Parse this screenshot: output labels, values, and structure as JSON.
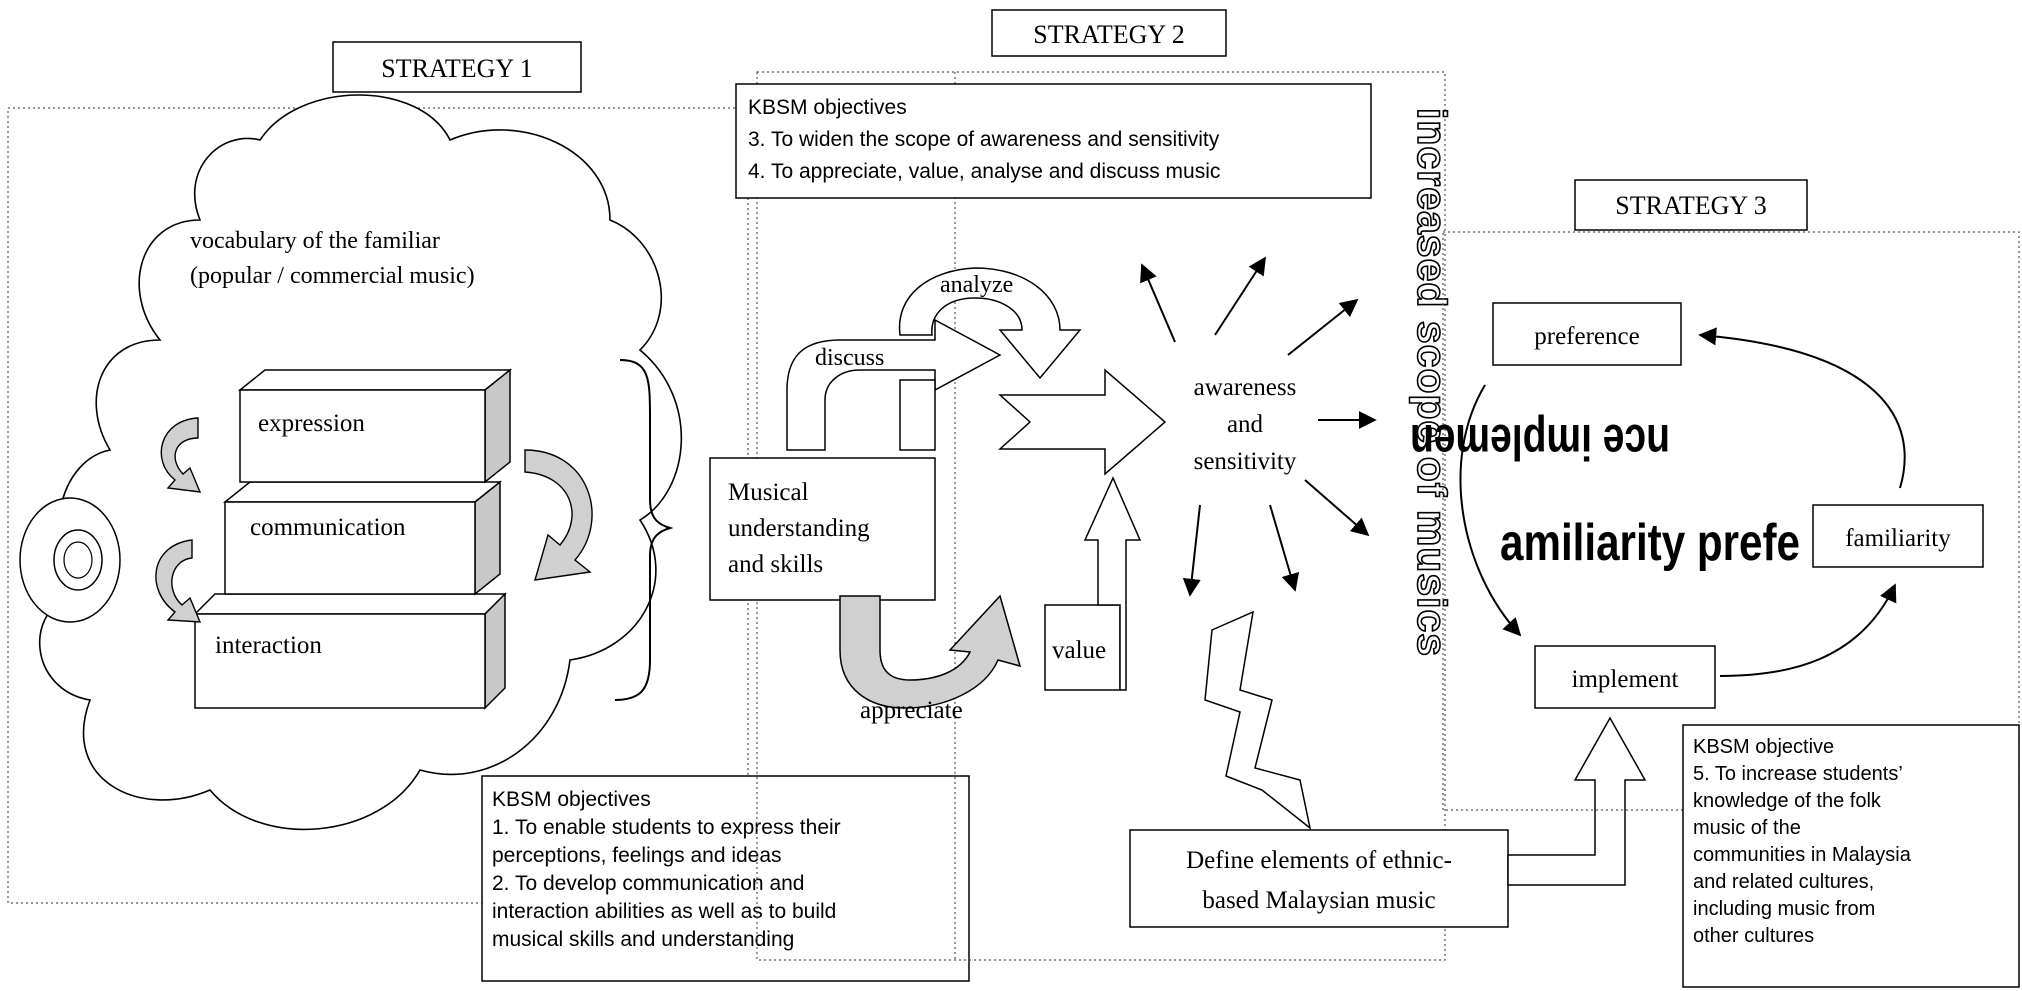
{
  "strategies": {
    "s1": "STRATEGY 1",
    "s2": "STRATEGY 2",
    "s3": "STRATEGY 3"
  },
  "strategy1": {
    "vocab_line1": "vocabulary of the familiar",
    "vocab_line2": "(popular / commercial music)",
    "blocks": [
      "expression",
      "communication",
      "interaction"
    ]
  },
  "kbsm_top": {
    "title": "KBSM objectives",
    "line1": "3. To widen the scope of awareness and sensitivity",
    "line2": "4. To appreciate, value, analyse and discuss music"
  },
  "kbsm_bottom": {
    "title": "KBSM objectives",
    "lines": [
      "1. To enable students to express their",
      "perceptions, feelings and ideas",
      "2. To develop communication and",
      "interaction abilities as well as to build",
      "musical skills and understanding"
    ]
  },
  "strategy2": {
    "musical_box": [
      "Musical",
      "understanding",
      "and skills"
    ],
    "analyze": "analyze",
    "discuss": "discuss",
    "appreciate": "appreciate",
    "value": "value",
    "awareness": [
      "awareness",
      "and",
      "sensitivity"
    ],
    "vertical_title": "increased scope of musics",
    "define_box": [
      "Define elements of ethnic-",
      "based Malaysian music"
    ]
  },
  "strategy3": {
    "preference": "preference",
    "familiarity": "familiarity",
    "implement": "implement",
    "ring_top": "nce implemen",
    "ring_bottom": "amiliarity prefe"
  },
  "kbsm_right": {
    "title": "KBSM objective",
    "lines": [
      "5. To increase students’",
      "knowledge of the folk",
      "music of the",
      "communities in Malaysia",
      "and related cultures,",
      "including music from",
      "other cultures"
    ]
  }
}
